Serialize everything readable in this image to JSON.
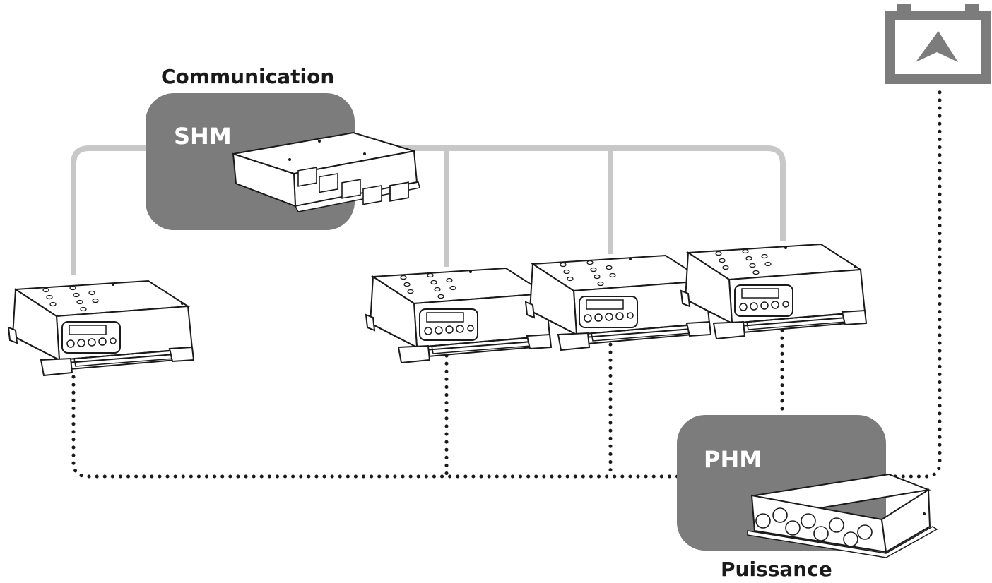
{
  "diagram": {
    "communication_label": "Communication",
    "power_label": "Puissance",
    "shm_label": "SHM",
    "phm_label": "PHM"
  },
  "colors": {
    "module_box": "#7c7c7c",
    "comm_bus": "#c8c8c8",
    "power_bus": "#1a1a1a",
    "battery": "#7c7c7c",
    "device_line": "#1a1a1a"
  },
  "icons": {
    "battery": "battery-icon",
    "charger": "charger-device-icon",
    "shm_device": "shm-device-icon",
    "phm_device": "phm-device-icon"
  }
}
